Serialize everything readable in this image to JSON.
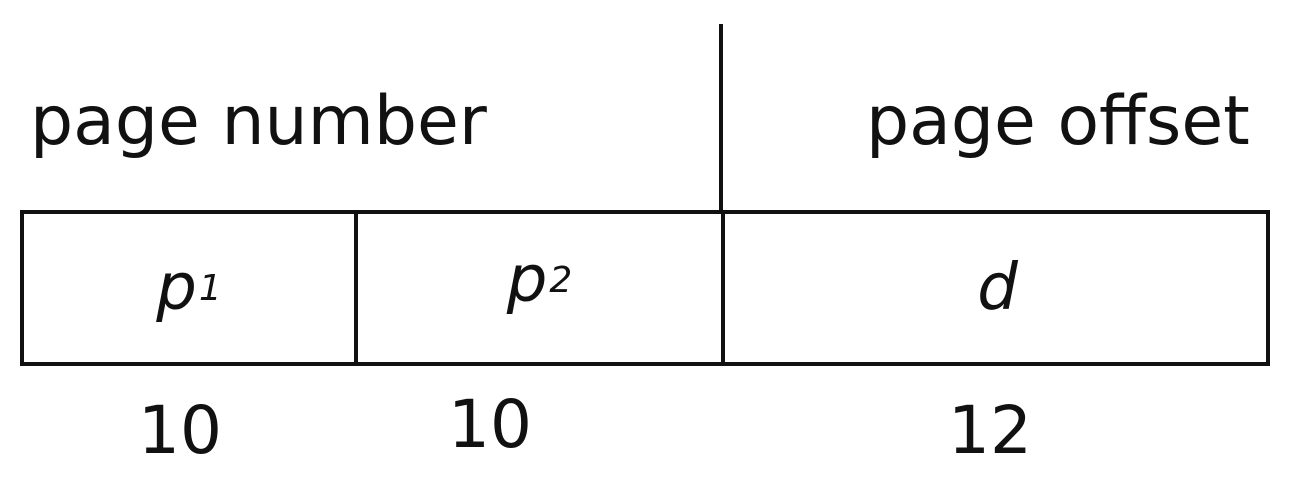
{
  "headers": {
    "page_number": "page number",
    "page_offset": "page offset"
  },
  "cells": [
    {
      "symbol": "p",
      "subscript": "1"
    },
    {
      "symbol": "p",
      "subscript": "2"
    },
    {
      "symbol": "d",
      "subscript": ""
    }
  ],
  "bits": [
    "10",
    "10",
    "12"
  ]
}
